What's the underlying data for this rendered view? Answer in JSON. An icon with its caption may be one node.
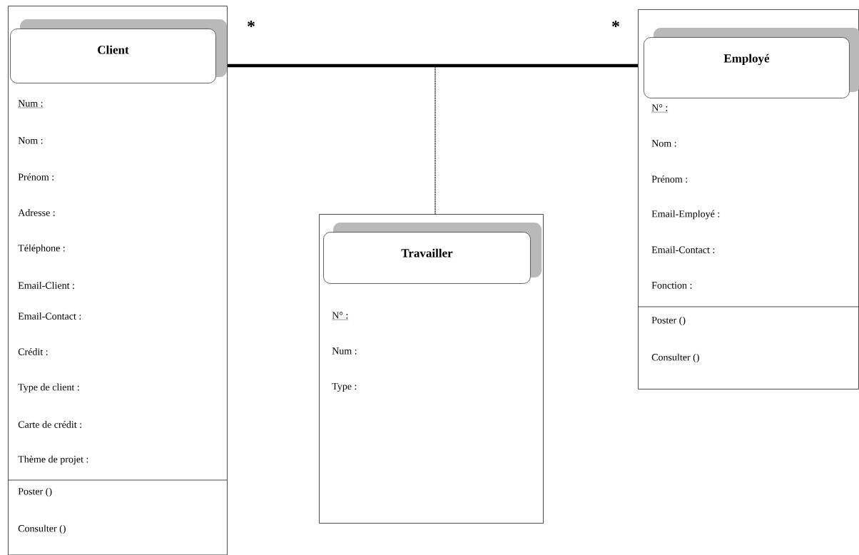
{
  "diagram": {
    "nodes": [
      {
        "text": [
          "Num :",
          "Nom :",
          "Prénom :",
          "Adresse :",
          "Téléphone :",
          "Email-Client :",
          "Email-Contact :",
          "Crédit :",
          "Type de client :",
          "Carte de crédit :",
          "Thème de projet :",
          "Poster ()",
          "Consulter ()"
        ]
      },
      {
        "text": [
          "Client"
        ],
        "in": 0
      },
      {
        "text": [
          "N° :",
          "Nom :",
          "Prénom :",
          "Email-Employé :",
          "Email-Contact :",
          "Fonction :",
          "Poster ()",
          "Consulter ()"
        ]
      },
      {
        "text": [
          "Employé"
        ],
        "in": 2
      },
      {
        "text": [
          "N° :",
          "Num :",
          "Type :"
        ]
      },
      {
        "text": [
          "Travailler"
        ],
        "in": 4
      }
    ],
    "edges": [
      {
        "from": 0,
        "to": 2,
        "arrow": "none",
        "style": "thick"
      },
      {
        "from": null,
        "to": 4,
        "arrow": "none",
        "style": "dashed"
      }
    ],
    "labels": [
      "*",
      "*"
    ]
  }
}
